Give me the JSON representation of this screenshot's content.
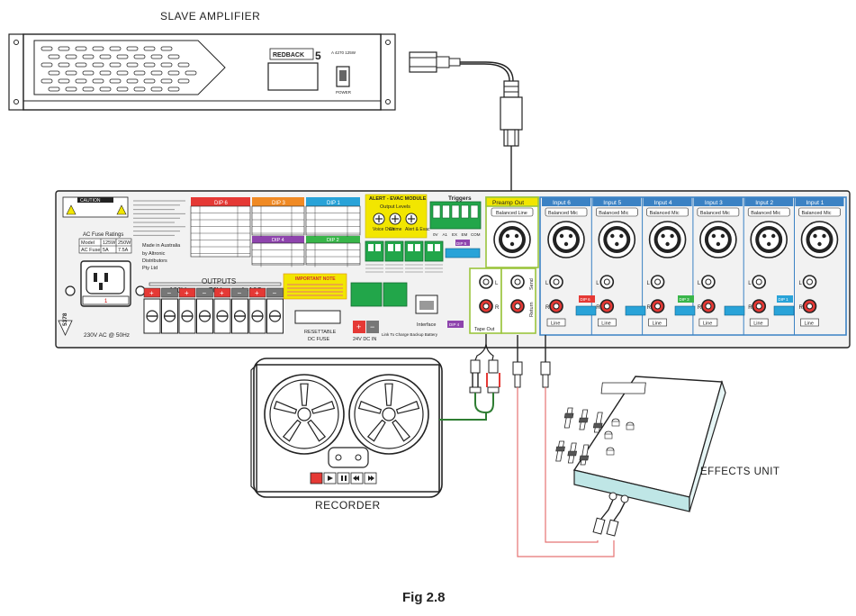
{
  "labels": {
    "slave_amplifier": "SLAVE AMPLIFIER",
    "recorder": "RECORDER",
    "effects_unit": "EFFECTS UNIT",
    "figure_caption": "Fig 2.8"
  },
  "slave_amp": {
    "brand": "REDBACK",
    "model_series": "5",
    "model_text": "A 4270 125W",
    "power_label": "POWER"
  },
  "panel": {
    "caution": "CAUTION",
    "dip_headers": [
      "DIP 6",
      "DIP 3",
      "DIP 1",
      "DIP 4",
      "DIP 2"
    ],
    "ac_fuse_title": "AC Fuse Ratings",
    "fuse_rows": [
      [
        "Model",
        "125W",
        "250W"
      ],
      [
        "AC Fuse",
        "5A",
        "7.5A"
      ]
    ],
    "made_in": "Made in Australia",
    "made_by": "by Altronic",
    "distributors": "Distributors",
    "pty": "Pty Ltd",
    "outputs_title": "OUTPUTS",
    "out_100v": "100V",
    "out_70v": "70V",
    "out_ohm": "4 -16Ω",
    "ac_in": "230V AC @ 50Hz",
    "serial": "5378",
    "fuse_reset_1": "RESETTABLE",
    "fuse_reset_2": "DC FUSE",
    "important_note": "IMPORTANT NOTE",
    "alert_title": "ALERT - EVAC MODULE",
    "output_levels": "Output Levels",
    "level_labels": [
      "Voice Over",
      "Chime",
      "Alert & Evac"
    ],
    "triggers": "Triggers",
    "trigger_pins": [
      "0V",
      "A1",
      "EX",
      "EM",
      "COM"
    ],
    "dip5": "DIP 5",
    "dc_in": "24V DC IN",
    "link_charge": "Link To Charge Backup Battery",
    "interface": "Interface",
    "tape_out": "Tape Out",
    "send": "Send",
    "return_label": "Return",
    "preamp_out": "Preamp Out",
    "balanced_line": "Balanced Line",
    "inputs": [
      "Input 6",
      "Input 5",
      "Input 4",
      "Input 3",
      "Input 2",
      "Input 1"
    ],
    "balanced_mic": "Balanced Mic",
    "line": "Line",
    "ch_l": "L",
    "ch_r": "R",
    "dip_small": [
      "DIP 6",
      "DIP 4",
      "DIP 3",
      "DIP 2",
      "DIP 1"
    ]
  },
  "colors": {
    "panel_bg": "#f2f2f2",
    "input_blue": "#3b82c4",
    "alert_yellow": "#f2e600",
    "terminal_green": "#22a64a",
    "tape_green_cable": "#2e7d32",
    "effects_red_cable": "#d9534f",
    "effects_teal": "#bfe6e6",
    "dip6_red": "#e53935",
    "dip3_orange": "#f08a24",
    "dip1_blue": "#29a3d8",
    "dip4_purple": "#8e44ad",
    "dip2_green": "#39b54a"
  }
}
